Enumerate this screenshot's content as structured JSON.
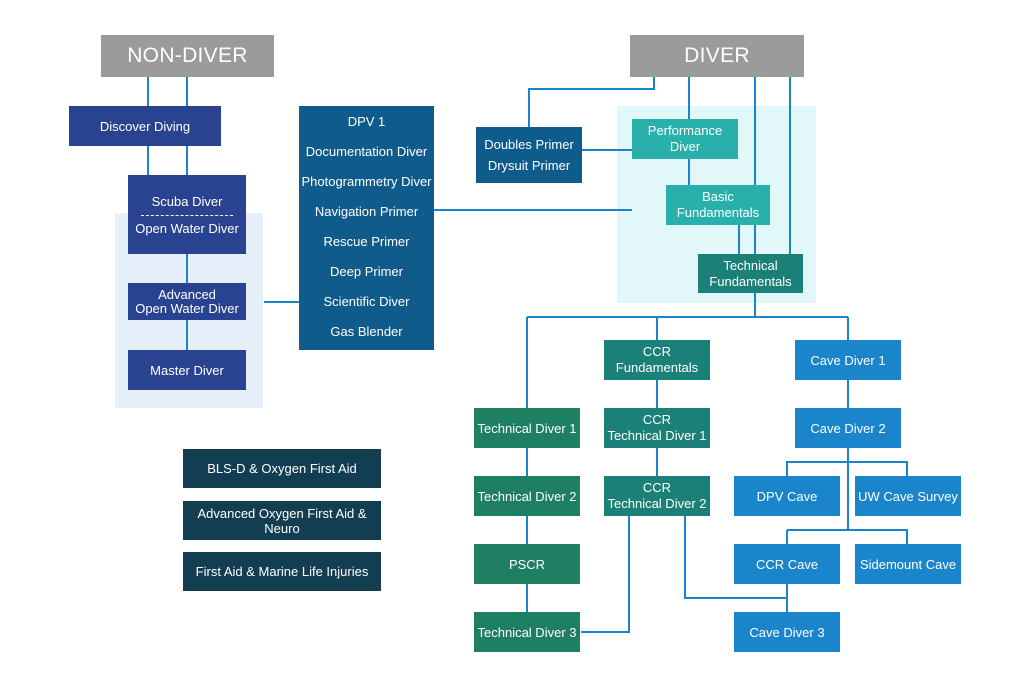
{
  "colors": {
    "header_gray": "#9b9b9b",
    "navy": "#2a4390",
    "dark_blue": "#0e5b8c",
    "light_teal": "#29b0ab",
    "teal": "#1b8077",
    "green": "#1f7f63",
    "bright_blue": "#1b85cc",
    "slate": "#133e52",
    "connector": "#1b85cc",
    "highlight_blue": "#e6effa",
    "highlight_cyan": "#e1f7f8"
  },
  "headers": {
    "non_diver": "NON-DIVER",
    "diver": "DIVER"
  },
  "nodes": {
    "discover_diving": "Discover Diving",
    "scuba_diver": "Scuba Diver",
    "open_water_diver": "Open Water Diver",
    "advanced_ow_line1": "Advanced",
    "advanced_ow_line2": "Open Water Diver",
    "master_diver": "Master Diver",
    "doubles_primer": "Doubles Primer",
    "drysuit_primer": "Drysuit Primer",
    "performance_line1": "Performance",
    "performance_line2": "Diver",
    "basic_line1": "Basic",
    "basic_line2": "Fundamentals",
    "technical_fund_line1": "Technical",
    "technical_fund_line2": "Fundamentals",
    "ccr_fund_line1": "CCR",
    "ccr_fund_line2": "Fundamentals",
    "technical_diver_1": "Technical Diver 1",
    "technical_diver_2": "Technical Diver 2",
    "pscr": "PSCR",
    "technical_diver_3": "Technical Diver 3",
    "ccr_td1_line1": "CCR",
    "ccr_td1_line2": "Technical Diver 1",
    "ccr_td2_line1": "CCR",
    "ccr_td2_line2": "Technical Diver 2",
    "cave_diver_1": "Cave Diver 1",
    "cave_diver_2": "Cave Diver 2",
    "dpv_cave": "DPV Cave",
    "uw_cave_survey": "UW Cave Survey",
    "ccr_cave": "CCR Cave",
    "sidemount_cave": "Sidemount Cave",
    "cave_diver_3": "Cave Diver 3"
  },
  "specialties": [
    "DPV 1",
    "Documentation Diver",
    "Photogrammetry Diver",
    "Navigation Primer",
    "Rescue Primer",
    "Deep Primer",
    "Scientific Diver",
    "Gas Blender"
  ],
  "first_aid": [
    "BLS-D & Oxygen First Aid",
    "Advanced Oxygen First Aid & Neuro",
    "First Aid & Marine Life Injuries"
  ]
}
